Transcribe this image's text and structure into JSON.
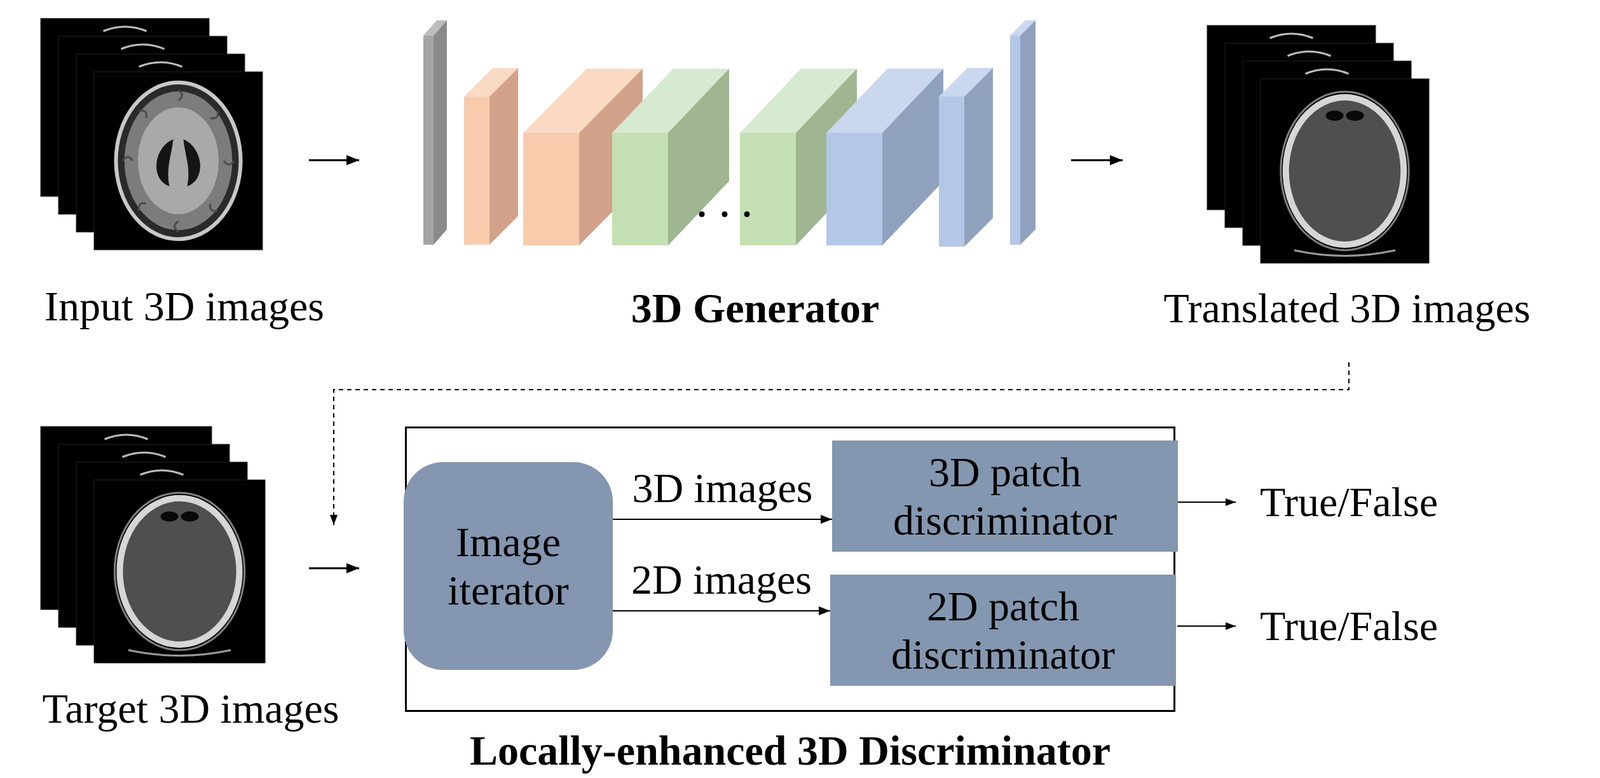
{
  "diagram": {
    "nodes": [
      {
        "text": [
          "Locally-enhanced 3D Discriminator"
        ]
      },
      {
        "text": [
          "Image iterator"
        ],
        "in": 0
      },
      {
        "text": [
          "3D patch discriminator"
        ],
        "in": 0
      },
      {
        "text": [
          "2D patch discriminator"
        ],
        "in": 0
      }
    ],
    "edges": [
      {
        "from": 1,
        "to": 2,
        "label": "3D images",
        "arrow": "to"
      },
      {
        "from": 1,
        "to": 3,
        "label": "2D images",
        "arrow": "to"
      }
    ],
    "labels": [
      "Input 3D images",
      "3D Generator",
      "Translated 3D images",
      "Target 3D images",
      "True/False",
      "True/False"
    ]
  }
}
